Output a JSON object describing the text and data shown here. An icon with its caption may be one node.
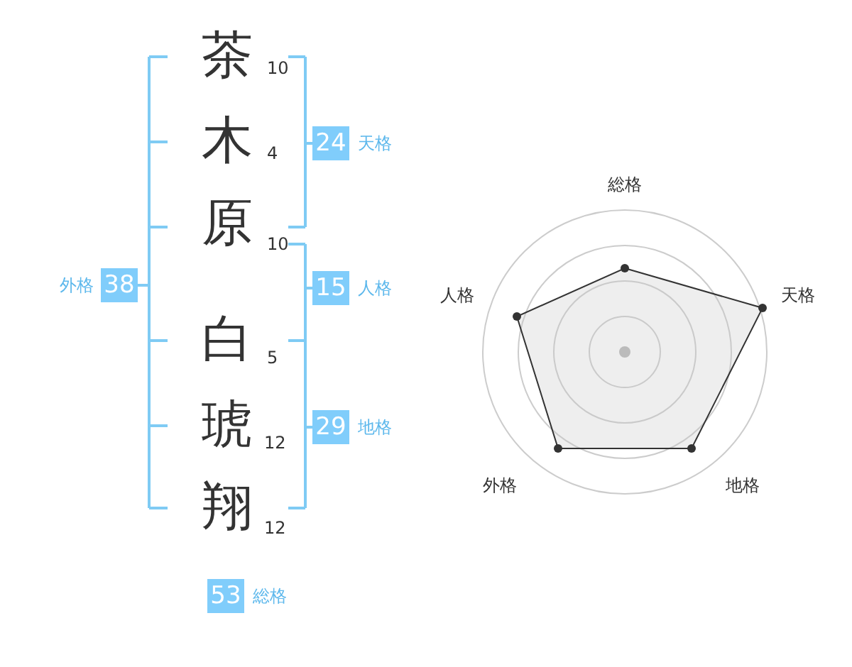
{
  "diagram": {
    "nodes": [
      {
        "text": [
          "24"
        ],
        "beside": [
          "天格"
        ]
      },
      {
        "text": [
          "38"
        ],
        "beside": [
          "外格"
        ]
      },
      {
        "text": [
          "15"
        ],
        "beside": [
          "人格"
        ]
      },
      {
        "text": [
          "29"
        ],
        "beside": [
          "地格"
        ]
      },
      {
        "text": [
          "53"
        ],
        "beside": [
          "総格"
        ]
      }
    ],
    "labels": [
      "茶",
      "10",
      "木",
      "4",
      "原",
      "10",
      "白",
      "5",
      "琥",
      "12",
      "翔",
      "12",
      "総格",
      "人格",
      "天格",
      "外格",
      "地格"
    ]
  }
}
